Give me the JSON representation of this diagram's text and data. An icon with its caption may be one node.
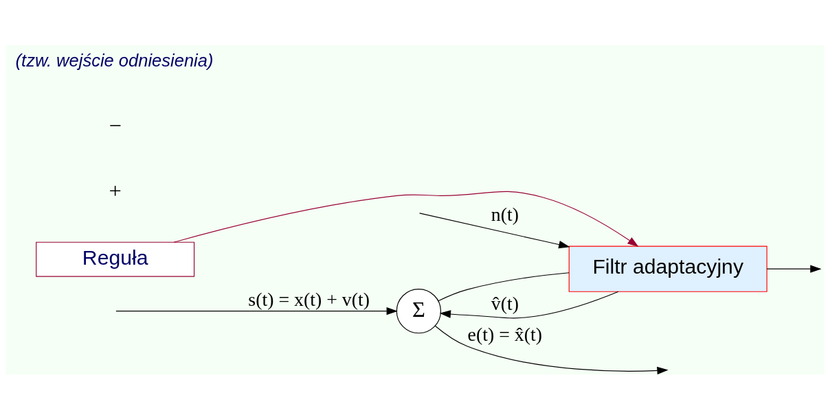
{
  "diagram": {
    "nodes": [
      {
        "text": [
          "Σ"
        ]
      },
      {
        "text": [
          "Filtr adaptacyjny"
        ]
      },
      {
        "text": [
          "Reguła"
        ]
      }
    ],
    "edges": [
      {
        "from": null,
        "to": 0,
        "arrow": "to",
        "label": "s(t) = x(t) + v(t)"
      },
      {
        "from": 0,
        "to": null,
        "arrow": "to",
        "label": "e(t) = x̂(t)"
      },
      {
        "from": null,
        "to": 1,
        "arrow": "to",
        "label": "n(t)"
      },
      {
        "from": 1,
        "to": 0,
        "arrow": "to",
        "label": "v̂(t)"
      },
      {
        "from": 0,
        "to": 1,
        "arrow": "none"
      },
      {
        "from": 1,
        "to": null,
        "arrow": "to"
      },
      {
        "from": 2,
        "to": 1,
        "arrow": "to",
        "color": "#990033"
      }
    ],
    "labels": [
      "+",
      "−",
      "(tzw. wejście odniesienia)"
    ]
  }
}
